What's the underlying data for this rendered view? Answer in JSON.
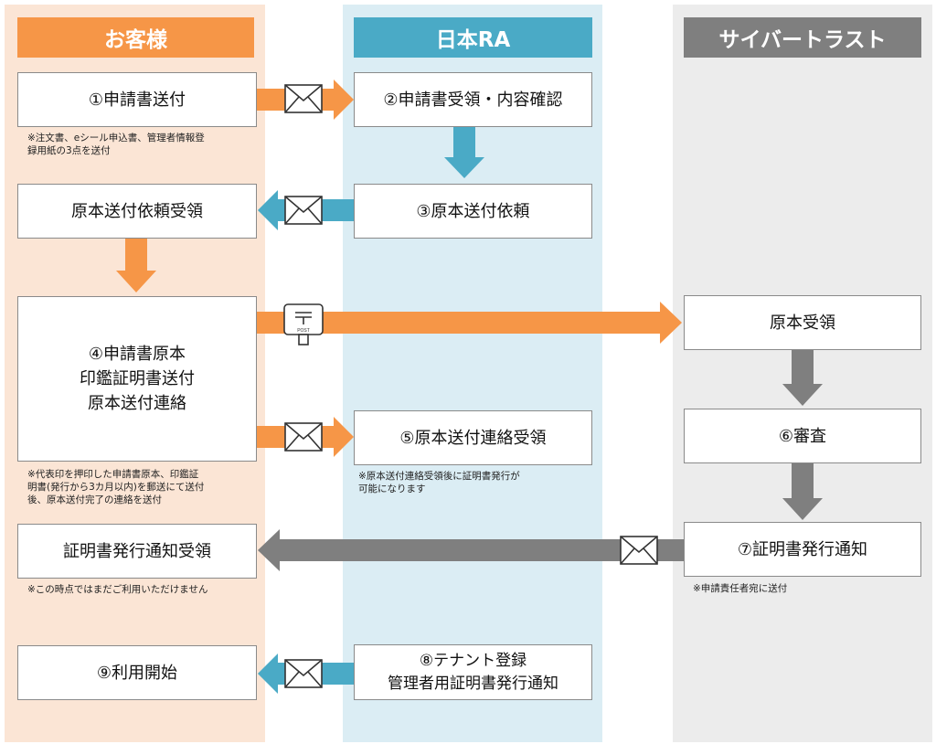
{
  "colors": {
    "customer_lane": "#fbe5d5",
    "customer_header": "#f69647",
    "ra_lane": "#dbedf4",
    "ra_header": "#4aaac6",
    "ct_lane": "#ececec",
    "ct_header": "#7f7f7f",
    "orange_arrow": "#f69647",
    "blue_arrow": "#4aaac6",
    "gray_arrow": "#7f7f7f"
  },
  "lanes": {
    "customer": "お客様",
    "ra": "日本RA",
    "cybertrust": "サイバートラスト"
  },
  "steps": {
    "s1": "①申請書送付",
    "s2": "②申請書受領・内容確認",
    "s3": "③原本送付依頼",
    "s3_receive": "原本送付依頼受領",
    "s4": "④申請書原本\n印鑑証明書送付\n原本送付連絡",
    "s5": "⑤原本送付連絡受領",
    "original_receive": "原本受領",
    "s6": "⑥審査",
    "s7": "⑦証明書発行通知",
    "s7_receive": "証明書発行通知受領",
    "s8": "⑧テナント登録\n管理者用証明書発行通知",
    "s9": "⑨利用開始"
  },
  "notes": {
    "n1": "※注文書、eシール申込書、管理者情報登\n録用紙の3点を送付",
    "n4": "※代表印を押印した申請書原本、印鑑証\n明書(発行から3カ月以内)を郵送にて送付\n後、原本送付完了の連絡を送付",
    "n5": "※原本送付連絡受領後に証明書発行が\n可能になります",
    "n7": "※申請責任者宛に送付",
    "n7_receive": "※この時点ではまだご利用いただけません"
  },
  "icons": {
    "envelope": "envelope-icon",
    "postbox": "postbox-icon",
    "postbox_text": "POST"
  }
}
